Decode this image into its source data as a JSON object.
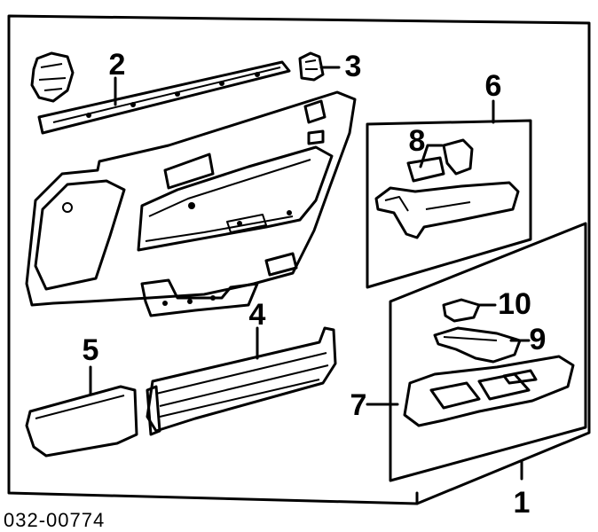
{
  "diagram": {
    "callouts": [
      {
        "id": "1",
        "label": "1"
      },
      {
        "id": "2",
        "label": "2"
      },
      {
        "id": "3",
        "label": "3"
      },
      {
        "id": "4",
        "label": "4"
      },
      {
        "id": "5",
        "label": "5"
      },
      {
        "id": "6",
        "label": "6"
      },
      {
        "id": "7",
        "label": "7"
      },
      {
        "id": "8",
        "label": "8"
      },
      {
        "id": "9",
        "label": "9"
      },
      {
        "id": "10",
        "label": "10"
      }
    ],
    "reference_code": "032-00774"
  }
}
